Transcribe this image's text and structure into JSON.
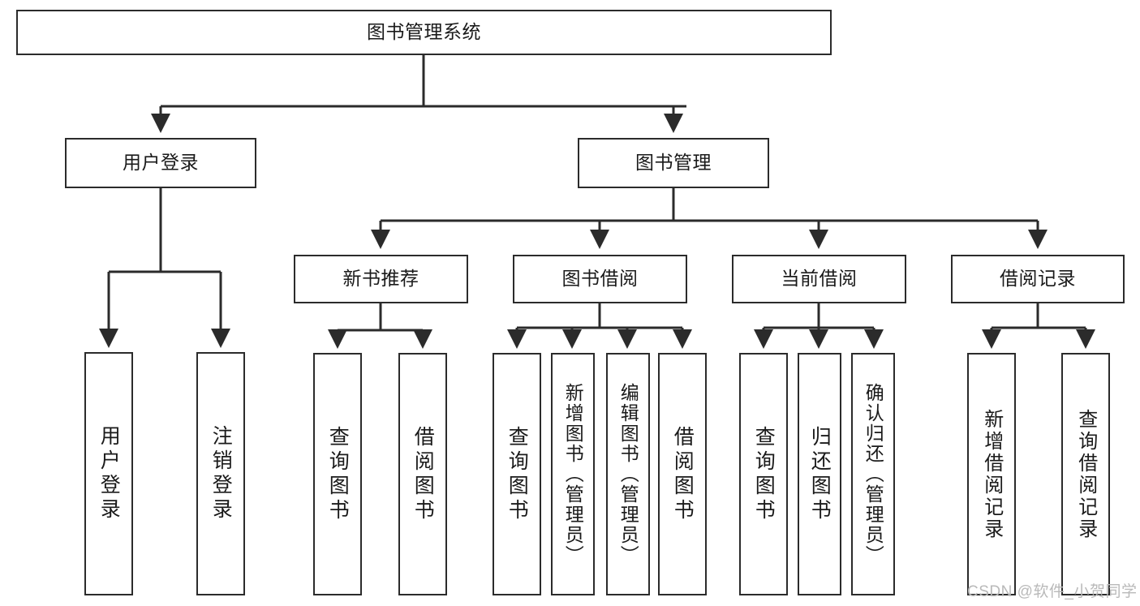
{
  "diagram": {
    "title": "图书管理系统",
    "type": "hierarchy-tree",
    "style": {
      "box_border_color": "#2b2b2b",
      "box_fill_color": "#ffffff",
      "line_color": "#2b2b2b",
      "text_color": "#1a1a1a",
      "background": "#ffffff",
      "watermark_color": "#b9b9b9"
    },
    "nodes": {
      "root": {
        "label": "图书管理系统"
      },
      "level1": [
        {
          "id": "user-login",
          "label": "用户登录"
        },
        {
          "id": "book-manage",
          "label": "图书管理"
        }
      ],
      "level2": [
        {
          "id": "new-book-recommend",
          "label": "新书推荐"
        },
        {
          "id": "book-borrow",
          "label": "图书借阅"
        },
        {
          "id": "current-borrow",
          "label": "当前借阅"
        },
        {
          "id": "borrow-record",
          "label": "借阅记录"
        }
      ],
      "leaves": {
        "user-login": [
          {
            "id": "leaf-user-login",
            "label": "用户登录"
          },
          {
            "id": "leaf-logout",
            "label": "注销登录"
          }
        ],
        "new-book-recommend": [
          {
            "id": "leaf-query-book-1",
            "label": "查询图书"
          },
          {
            "id": "leaf-borrow-book-1",
            "label": "借阅图书"
          }
        ],
        "book-borrow": [
          {
            "id": "leaf-query-book-2",
            "label": "查询图书"
          },
          {
            "id": "leaf-add-book",
            "label": "新增图书（管理员）"
          },
          {
            "id": "leaf-edit-book",
            "label": "编辑图书（管理员）"
          },
          {
            "id": "leaf-borrow-book-2",
            "label": "借阅图书"
          }
        ],
        "current-borrow": [
          {
            "id": "leaf-query-book-3",
            "label": "查询图书"
          },
          {
            "id": "leaf-return-book",
            "label": "归还图书"
          },
          {
            "id": "leaf-confirm-return",
            "label": "确认归还（管理员）"
          }
        ],
        "borrow-record": [
          {
            "id": "leaf-add-record",
            "label": "新增借阅记录"
          },
          {
            "id": "leaf-query-record",
            "label": "查询借阅记录"
          }
        ]
      }
    },
    "watermark": "CSDN @软件_小贺同学"
  }
}
